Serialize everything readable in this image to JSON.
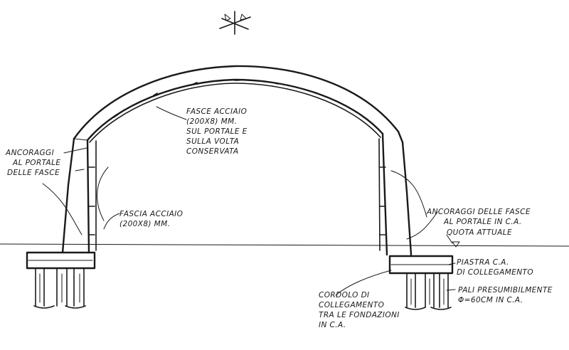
{
  "annotations": {
    "arch_straps": [
      "FASCE ACCIAIO",
      "(200x8) mm.",
      "SUL PORTALE E",
      "SULLA VOLTA",
      "CONSERVATA"
    ],
    "left_anchors": [
      "ANCORAGGI",
      "AL PORTALE",
      "DELLE FASCE"
    ],
    "left_strap": [
      "FASCIA ACCIAIO",
      "(200x8) mm."
    ],
    "right_anchors": [
      "ANCORAGGI DELLE FASCE",
      "AL PORTALE IN C.A."
    ],
    "ground_level": "QUOTA ATTUALE",
    "slab": [
      "PIASTRA C.A.",
      "DI COLLEGAMENTO"
    ],
    "tie_beam": [
      "CORDOLO DI",
      "COLLEGAMENTO",
      "TRA LE FONDAZIONI",
      "IN C.A."
    ],
    "piles": [
      "PALI PRESUMIBILMENTE",
      "Φ=60cm IN C.A."
    ]
  },
  "icons": {
    "north_arrow": "north-arrow-icon"
  }
}
